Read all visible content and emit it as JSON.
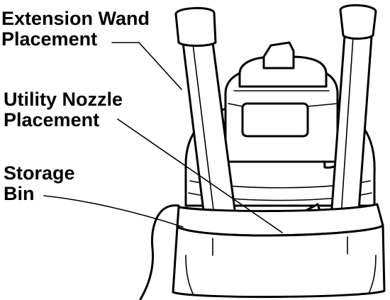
{
  "labels": {
    "extension_wand": {
      "line1": "Extension Wand",
      "line2": "Placement"
    },
    "utility_nozzle": {
      "line1": "Utility Nozzle",
      "line2": "Placement"
    },
    "storage_bin": {
      "line1": "Storage",
      "line2": "Bin"
    }
  },
  "colors": {
    "ink": "#000000",
    "paper": "#ffffff"
  }
}
